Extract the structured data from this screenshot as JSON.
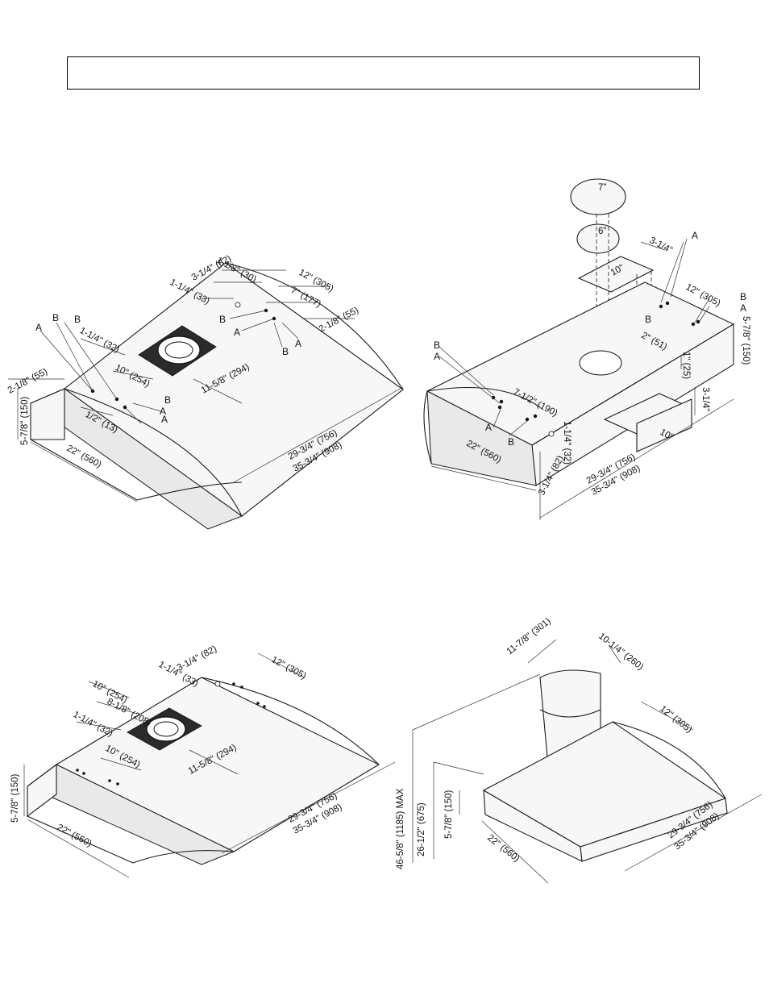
{
  "header": {
    "title": ""
  },
  "figure1": {
    "dims": [
      "1-1/8\" (30)",
      "3-1/4\" (82)",
      "1-1/4\" (33)",
      "12\" (305)",
      "7\" (177)",
      "2-1/8\" (55)",
      "1-1/4\" (32)",
      "10\" (254)",
      "11-5/8\" (294)",
      "2-1/8\" (55)",
      "5-7/8\" (150)",
      "22\" (560)",
      "1/2\" (13)",
      "29-3/4\" (756)",
      "35-3/4\" (908)"
    ],
    "labels": [
      "A",
      "B",
      "A",
      "B",
      "B",
      "A",
      "B",
      "A",
      "B",
      "A"
    ]
  },
  "figure2": {
    "dims": [
      "7\"",
      "6\"",
      "3-1/4\"",
      "10\"",
      "12\" (305)",
      "5-7/8\" (150)",
      "2\" (51)",
      "1\" (25)",
      "7-1/2\" (190)",
      "3-1/4\"",
      "10\"",
      "1-1/4\" (32)",
      "22\" (560)",
      "3-1/4\" (82)",
      "29-3/4\" (756)",
      "35-3/4\" (908)"
    ],
    "labels": [
      "A",
      "B",
      "A",
      "B",
      "A",
      "A",
      "B",
      "B"
    ]
  },
  "figure3": {
    "dims": [
      "3-1/4\" (82)",
      "1-1/4\" (33)",
      "12\" (305)",
      "10\" (254)",
      "8-1/8\" (208)",
      "1-1/4\" (32)",
      "10\" (254)",
      "11-5/8\" (294)",
      "5-7/8\" (150)",
      "22\" (560)",
      "29-3/4\" (756)",
      "35-3/4\" (908)"
    ]
  },
  "figure4": {
    "dims": [
      "11-7/8\" (301)",
      "10-1/4\" (260)",
      "12\" (305)",
      "46-5/8\" (1185) MAX",
      "26-1/2\" (675)",
      "5-7/8\" (150)",
      "22\" (560)",
      "29-3/4\" (756)",
      "35-3/4\" (908)"
    ]
  }
}
